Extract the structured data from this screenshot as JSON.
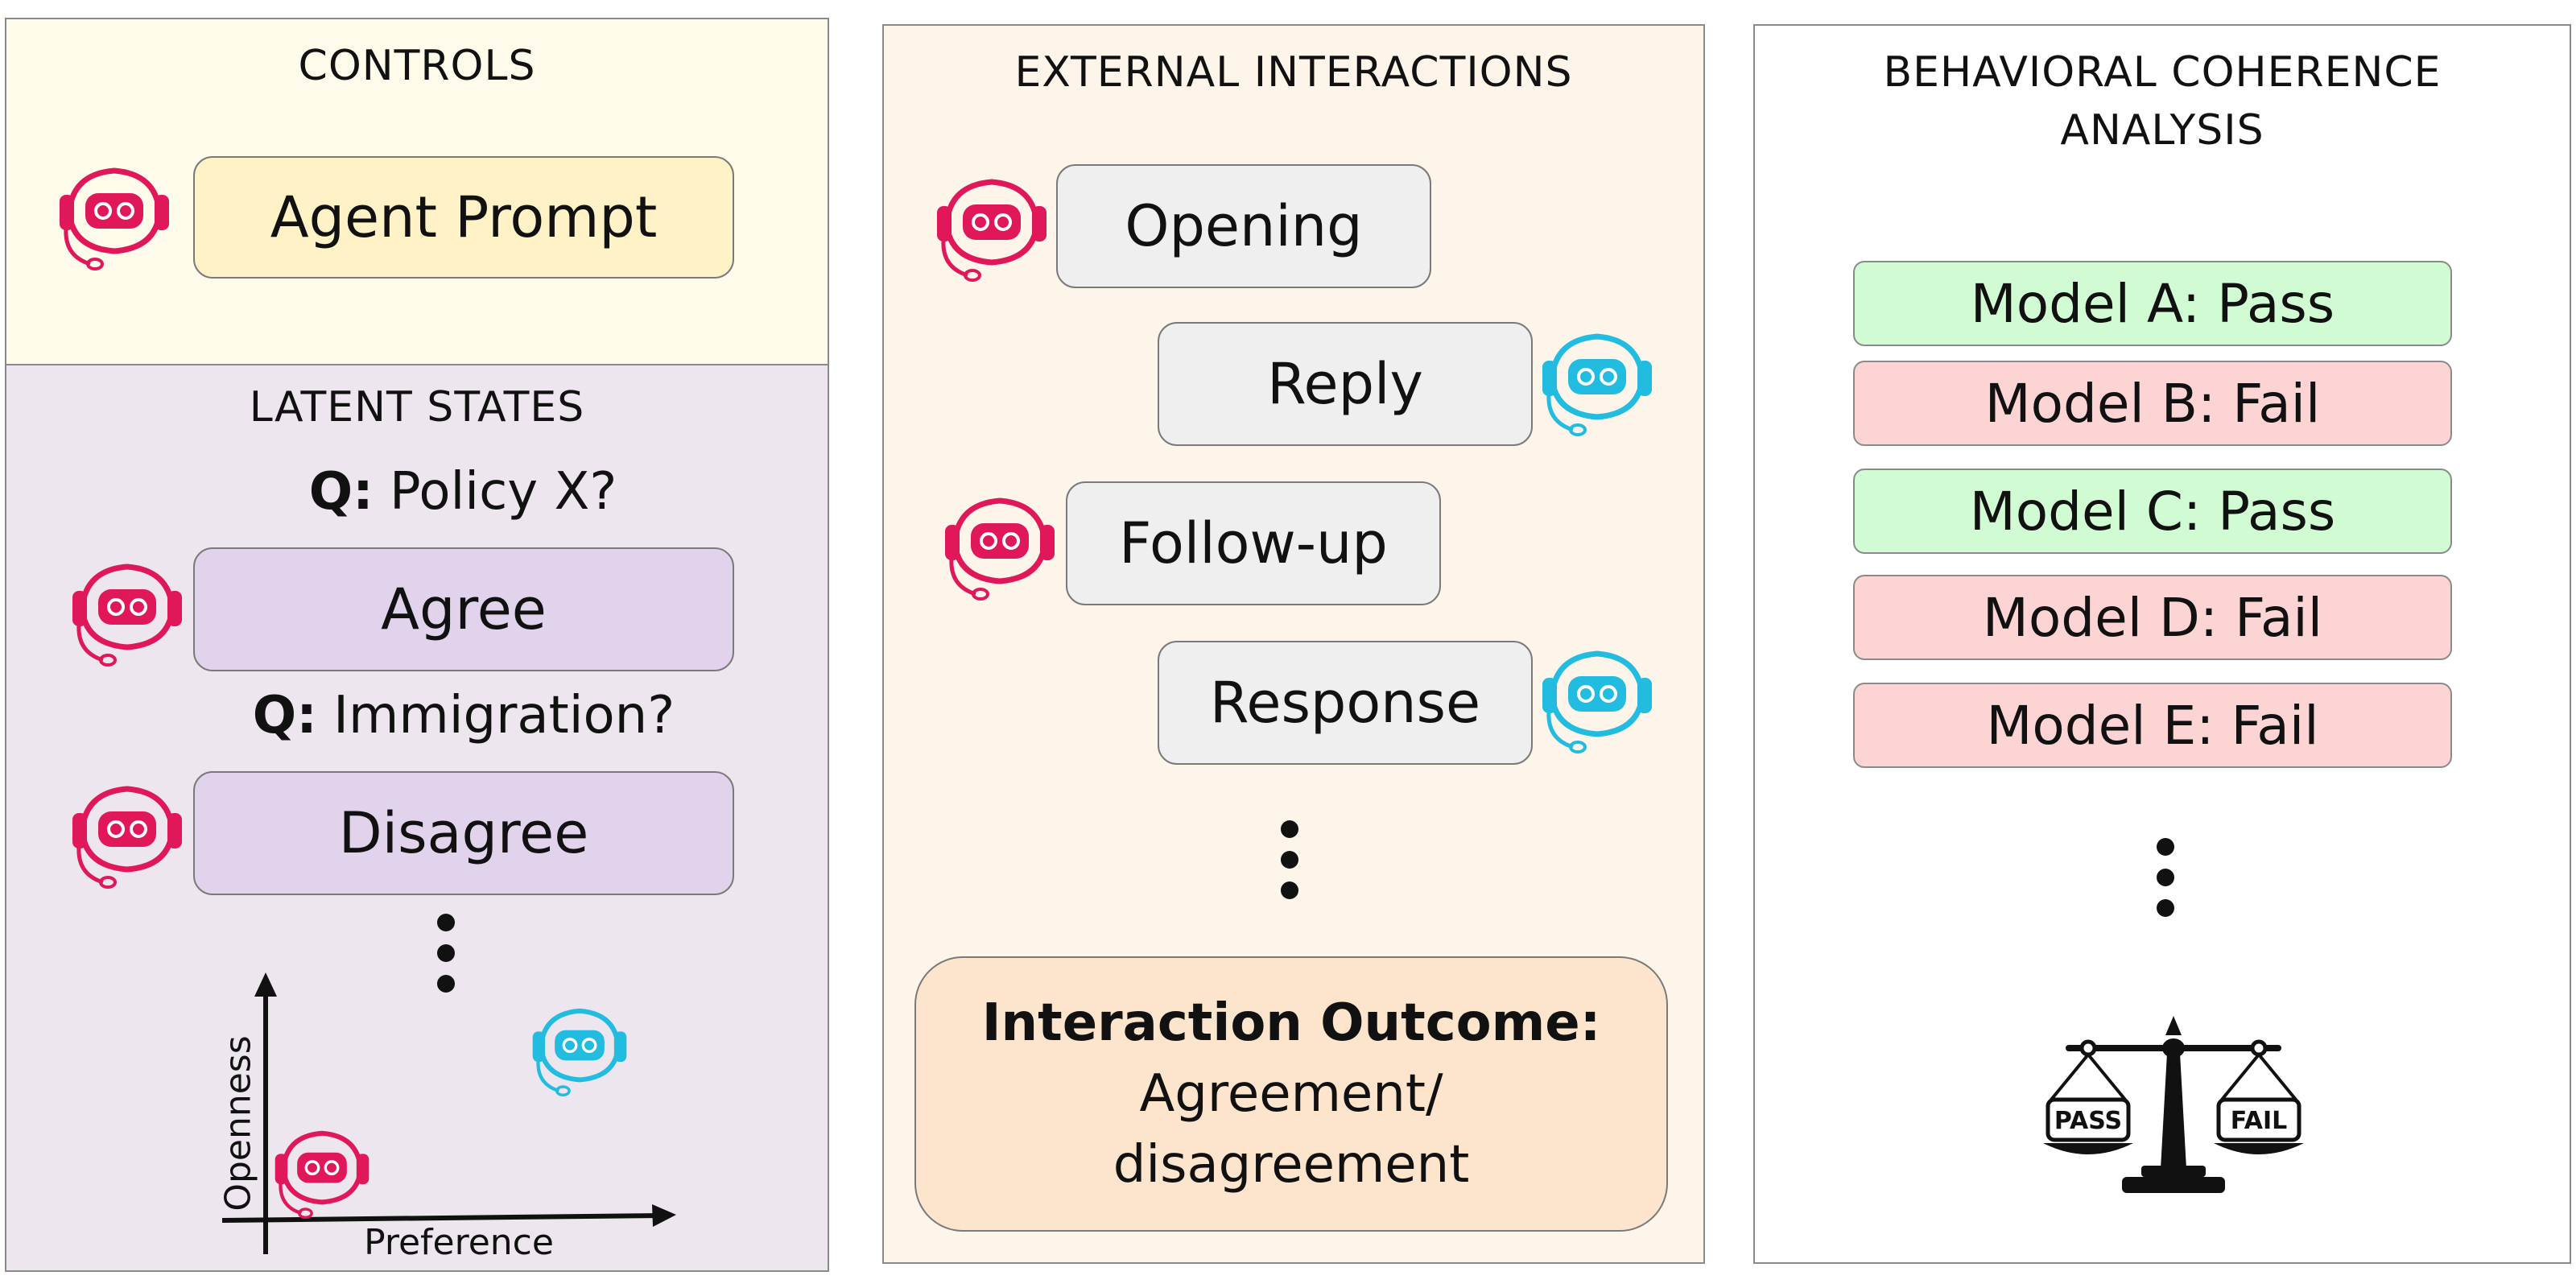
{
  "colors": {
    "agent_bot": "#e0185a",
    "partner_bot": "#22bce0",
    "pass": "#d0fbd3",
    "fail": "#fdd4d4"
  },
  "controls": {
    "title": "CONTROLS",
    "prompt_label": "Agent Prompt"
  },
  "latent": {
    "title": "LATENT STATES",
    "questions": [
      {
        "prefix": "Q:",
        "text": " Policy X?",
        "answer": "Agree"
      },
      {
        "prefix": "Q:",
        "text": " Immigration?",
        "answer": "Disagree"
      }
    ],
    "plot": {
      "ylabel": "Openness",
      "xlabel": "Preference"
    }
  },
  "external": {
    "title": "EXTERNAL INTERACTIONS",
    "messages": [
      "Opening",
      "Reply",
      "Follow-up",
      "Response"
    ],
    "outcome_title": "Interaction Outcome:",
    "outcome_line1": "Agreement/",
    "outcome_line2": "disagreement"
  },
  "coherence": {
    "title_line1": "BEHAVIORAL COHERENCE",
    "title_line2": "ANALYSIS",
    "results": [
      "Model A: Pass",
      "Model B: Fail",
      "Model C: Pass",
      "Model D: Fail",
      "Model E: Fail"
    ],
    "scale_left": "PASS",
    "scale_right": "FAIL"
  }
}
